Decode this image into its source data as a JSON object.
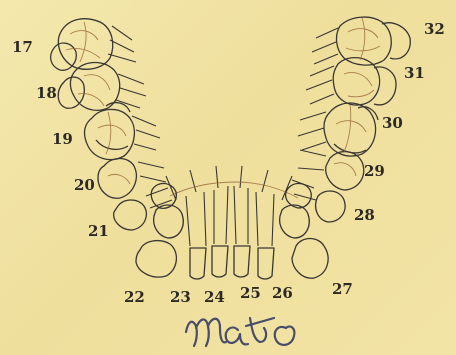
{
  "labels": {
    "t17": "17",
    "t18": "18",
    "t19": "19",
    "t20": "20",
    "t21": "21",
    "t22": "22",
    "t23": "23",
    "t24": "24",
    "t25": "25",
    "t26": "26",
    "t27": "27",
    "t28": "28",
    "t29": "29",
    "t30": "30",
    "t31": "31",
    "t32": "32"
  },
  "signature": "mato",
  "colors": {
    "paper": "#f1e4a4",
    "ink": "#2d2a24",
    "signature_ink": "#4a4d6a",
    "bone_lines": "#9c6b3e"
  }
}
